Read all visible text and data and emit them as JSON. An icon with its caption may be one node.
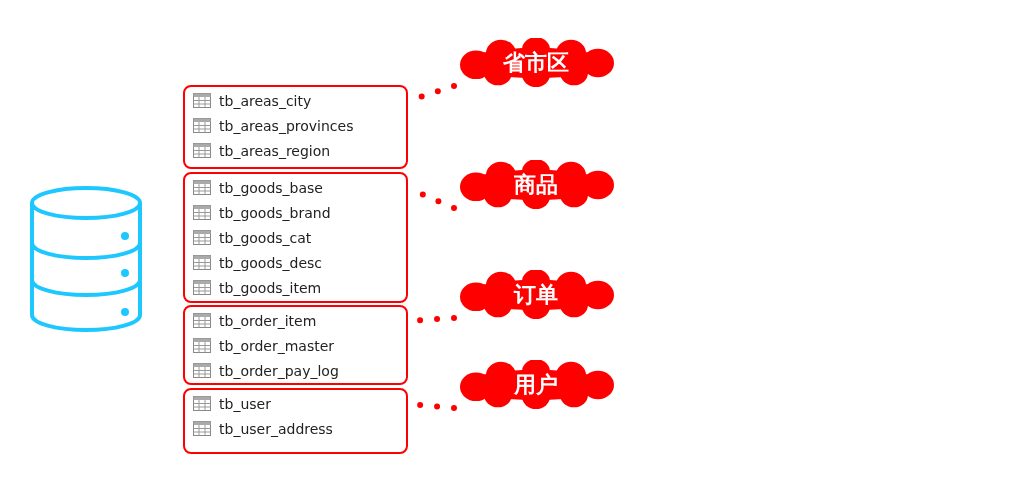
{
  "diagram": {
    "nodes": [
      {
        "text": [
          "tb_areas_city",
          "tb_areas_provinces",
          "tb_areas_region"
        ]
      },
      {
        "text": [
          "tb_goods_base",
          "tb_goods_brand",
          "tb_goods_cat",
          "tb_goods_desc",
          "tb_goods_item"
        ]
      },
      {
        "text": [
          "tb_order_item",
          "tb_order_master",
          "tb_order_pay_log"
        ]
      },
      {
        "text": [
          "tb_user",
          "tb_user_address"
        ]
      },
      {
        "text": [
          "省市区"
        ]
      },
      {
        "text": [
          "商品"
        ]
      },
      {
        "text": [
          "订单"
        ]
      },
      {
        "text": [
          "用户"
        ]
      }
    ],
    "edges": [
      {
        "from": 4,
        "to": 0,
        "arrow": "none",
        "style": "dashed"
      },
      {
        "from": 5,
        "to": 1,
        "arrow": "none",
        "style": "dashed"
      },
      {
        "from": 6,
        "to": 2,
        "arrow": "none",
        "style": "dashed"
      },
      {
        "from": 7,
        "to": 3,
        "arrow": "none",
        "style": "dashed"
      }
    ]
  }
}
